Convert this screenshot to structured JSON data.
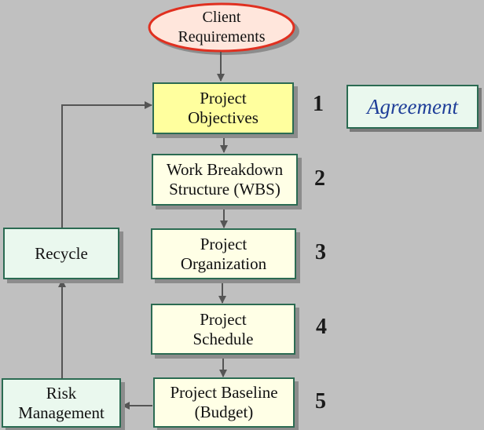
{
  "diagram": {
    "client_requirements": "Client\nRequirements",
    "steps": [
      {
        "label": "Project\nObjectives",
        "number": "1"
      },
      {
        "label": "Work Breakdown\nStructure (WBS)",
        "number": "2"
      },
      {
        "label": "Project\nOrganization",
        "number": "3"
      },
      {
        "label": "Project\nSchedule",
        "number": "4"
      },
      {
        "label": "Project Baseline\n(Budget)",
        "number": "5"
      }
    ],
    "agreement": "Agreement",
    "recycle": "Recycle",
    "risk_management": "Risk\nManagement"
  },
  "colors": {
    "background": "#c0c0c0",
    "oval_fill": "#ffe6dc",
    "oval_border": "#e03020",
    "objectives_fill": "#ffff9e",
    "step_fill": "#ffffe6",
    "side_fill": "#eaf8ee",
    "border": "#2b6b52",
    "arrow": "#555555",
    "agreement_text": "#1f3f99"
  }
}
